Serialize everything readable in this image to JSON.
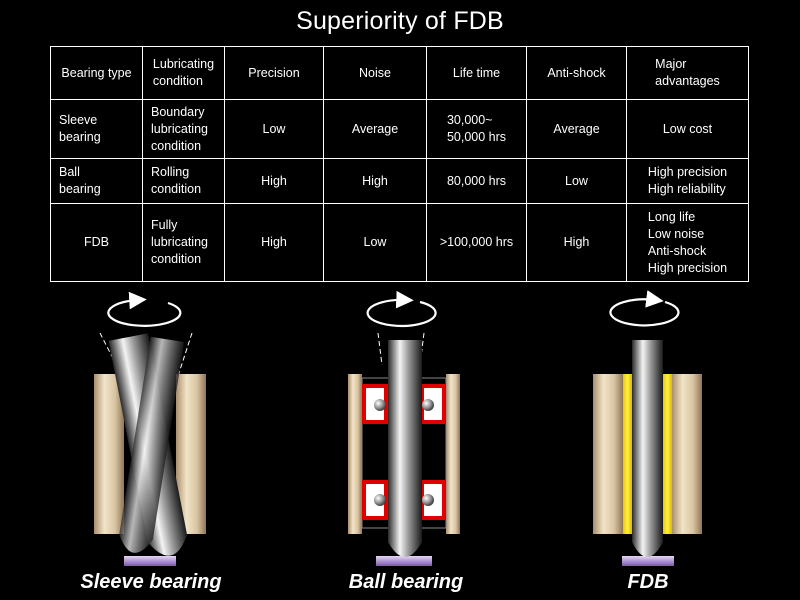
{
  "title": "Superiority of FDB",
  "table": {
    "headers": [
      "Bearing type",
      "Lubricating\ncondition",
      "Precision",
      "Noise",
      "Life time",
      "Anti-shock",
      "Major\nadvantages"
    ],
    "rows": [
      [
        "Sleeve\nbearing",
        "Boundary\nlubricating\ncondition",
        "Low",
        "Average",
        "30,000~\n50,000 hrs",
        "Average",
        "Low cost"
      ],
      [
        "Ball\nbearing",
        "Rolling\ncondition",
        "High",
        "High",
        "80,000 hrs",
        "Low",
        "High precision\nHigh reliability"
      ],
      [
        "FDB",
        "Fully\nlubricating\ncondition",
        "High",
        "Low",
        ">100,000 hrs",
        "High",
        "Long life\nLow noise\nAnti-shock\nHigh precision"
      ]
    ]
  },
  "captions": {
    "sleeve": "Sleeve bearing",
    "ball": "Ball bearing",
    "fdb": "FDB"
  },
  "colors": {
    "background": "#000000",
    "sleeve_tan": "#d9c4a2",
    "ball_race_red": "#e00000",
    "fdb_fluid_yellow": "#ffe000",
    "base_purple": "#b79ad9"
  },
  "icons": [
    "rotation-arrow-icon"
  ]
}
